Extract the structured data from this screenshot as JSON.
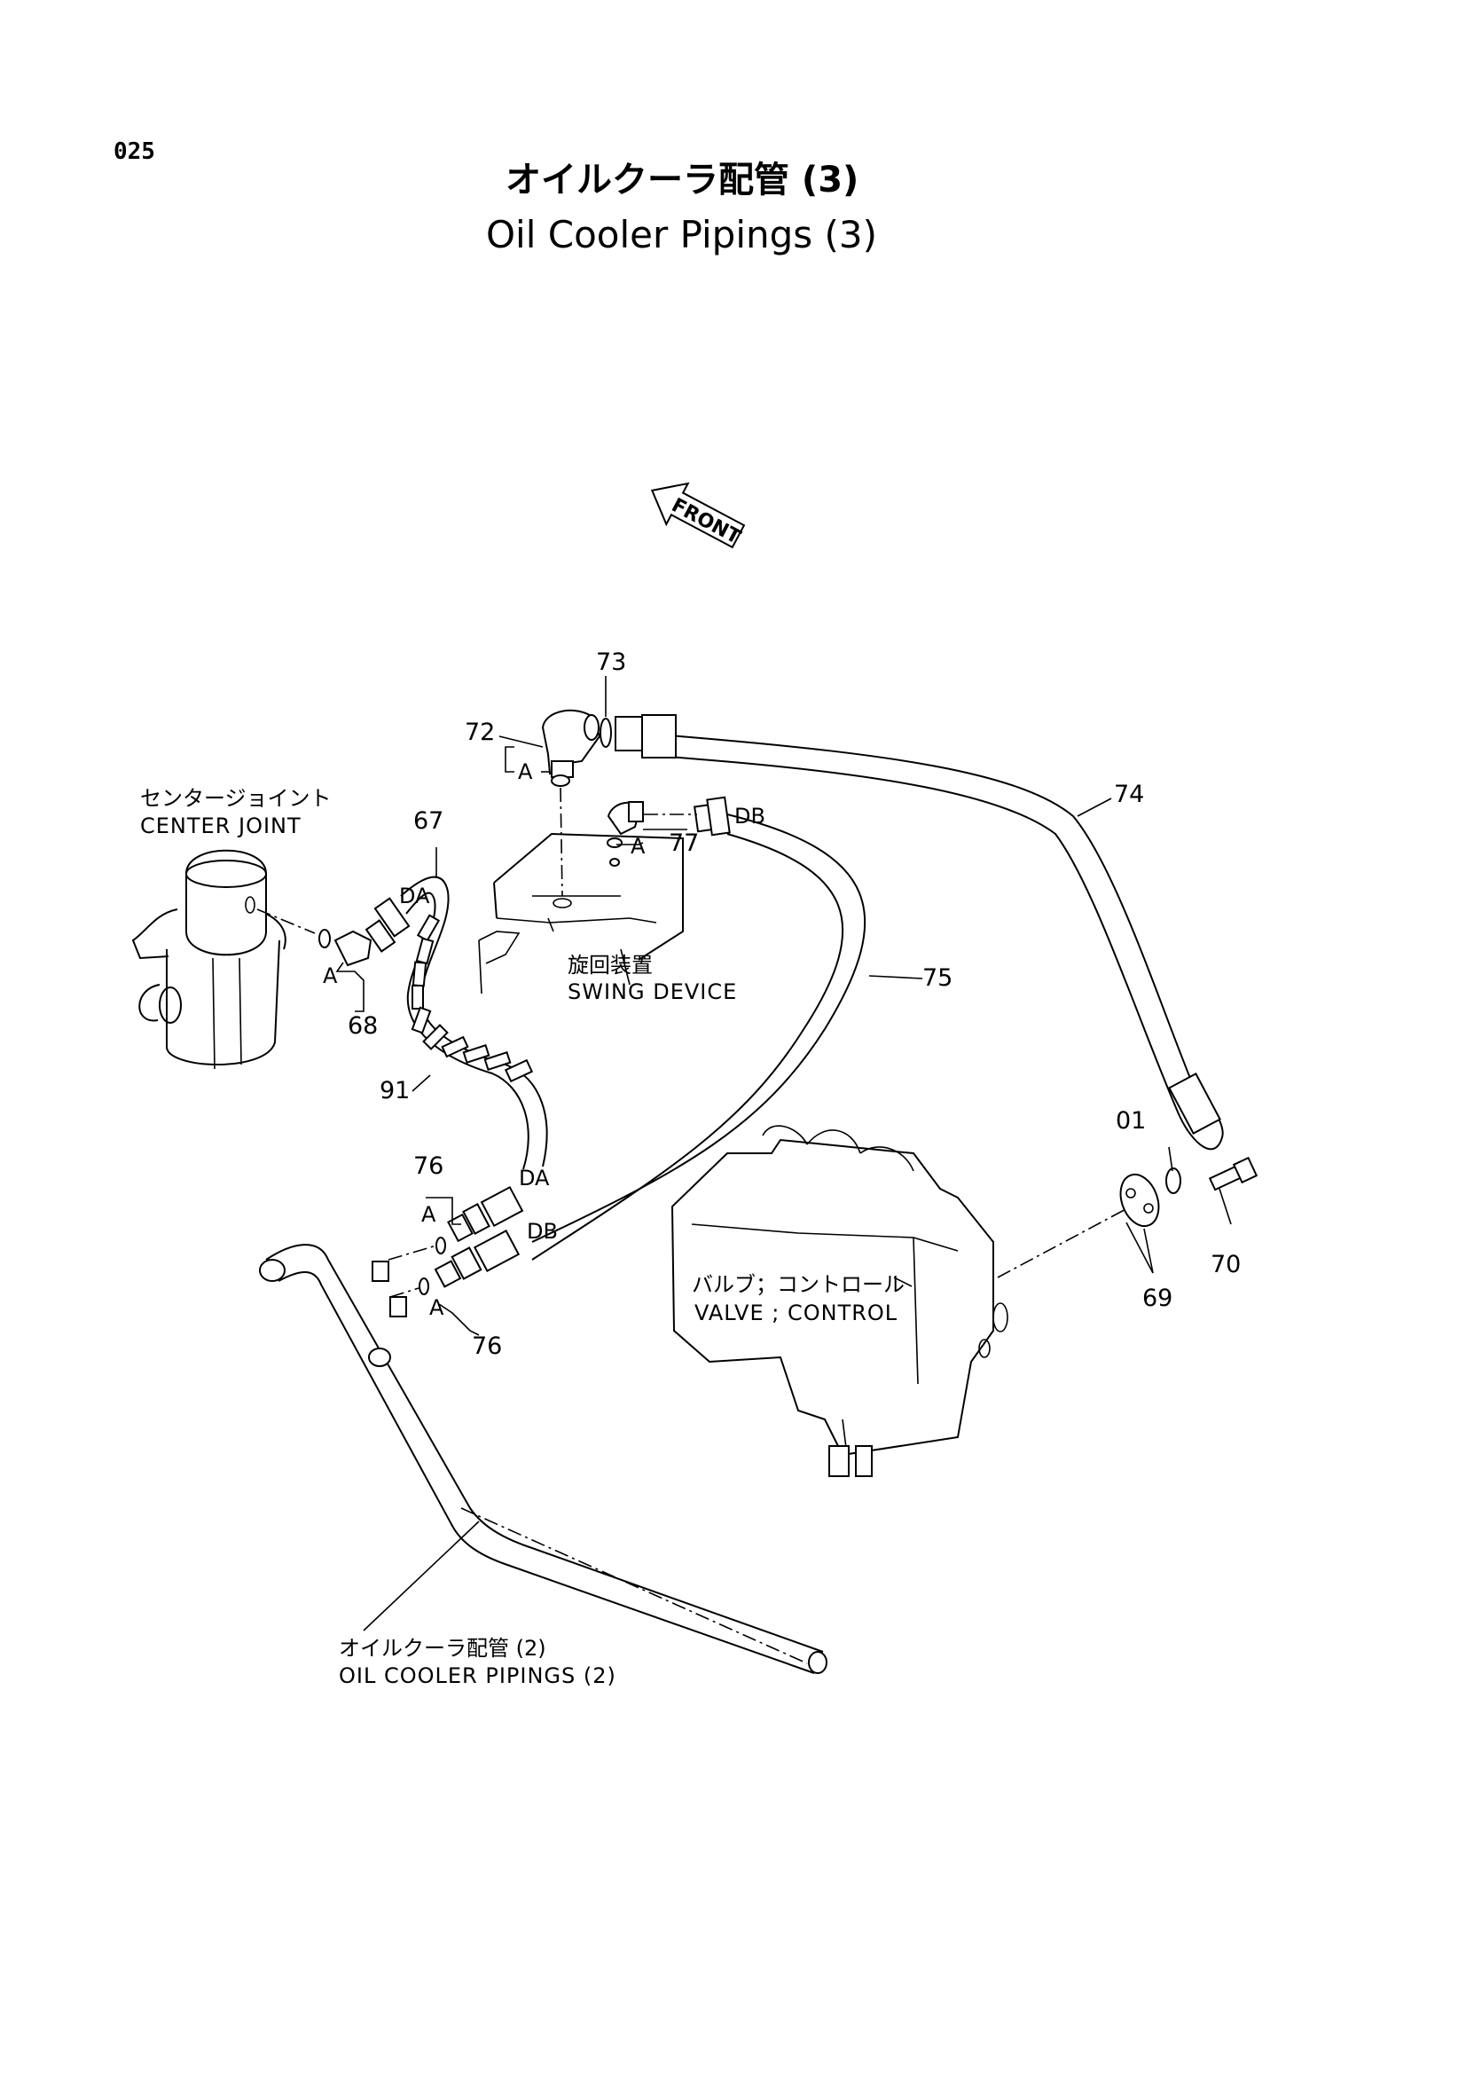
{
  "page_number": "025",
  "title_jp": "オイルクーラ配管 (3)",
  "title_en": "Oil Cooler Pipings (3)",
  "front_marker": "FRONT",
  "components": {
    "center_joint_jp": "センタージョイント",
    "center_joint_en": "CENTER JOINT",
    "swing_device_jp": "旋回装置",
    "swing_device_en": "SWING DEVICE",
    "valve_control_jp": "バルブ；コントロール",
    "valve_control_en": "VALVE ; CONTROL",
    "oil_cooler_pipings_2_jp": "オイルクーラ配管 (2)",
    "oil_cooler_pipings_2_en": "OIL COOLER PIPINGS (2)"
  },
  "callouts": {
    "p67": "67",
    "p68": "68",
    "p69": "69",
    "p70": "70",
    "p72": "72",
    "p73": "73",
    "p74": "74",
    "p75": "75",
    "p76_top": "76",
    "p76_bottom": "76",
    "p77": "77",
    "p91": "91",
    "p01": "01"
  },
  "connection_marks": {
    "a1": "A",
    "a2": "A",
    "a3": "A",
    "a4": "A",
    "a5": "A",
    "da_top": "DA",
    "da_bottom": "DA",
    "db_top": "DB",
    "db_bottom": "DB"
  }
}
